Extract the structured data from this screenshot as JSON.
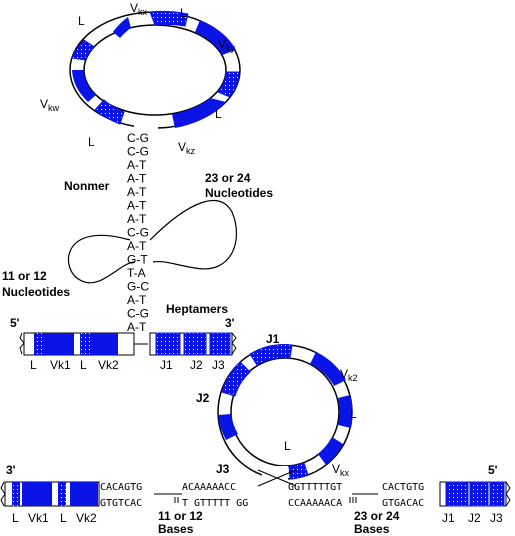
{
  "top_loop": {
    "vkx": "V",
    "vkx_sub": "kx",
    "vky": "V",
    "vky_sub": "ky",
    "vkw": "V",
    "vkw_sub": "kw",
    "vkz": "V",
    "vkz_sub": "kz",
    "L": "L"
  },
  "stem_pairs": [
    "C-G",
    "C-G",
    "A-T",
    "A-T",
    "A-T",
    "A-T",
    "A-T",
    "C-G",
    "A-T",
    "G-T",
    "T-A",
    "G-C",
    "A-T",
    "C-G",
    "A-T"
  ],
  "labels": {
    "nonmer": "Nonmer",
    "nt23_line1": "23 or 24",
    "nt23_line2": "Nucleotides",
    "nt11_line1": "11 or 12",
    "nt11_line2": "Nucleotides",
    "heptamers": "Heptamers",
    "five_prime": "5'",
    "three_prime": "3'"
  },
  "mid_segments": {
    "left": [
      "L",
      "Vk1",
      "L",
      "Vk2"
    ],
    "right": [
      "J1",
      "J2",
      "J3"
    ]
  },
  "lower_loop": {
    "j1": "J1",
    "j2": "J2",
    "j3": "J3",
    "vk2": "V",
    "vk2_sub": "k2",
    "l": "L",
    "vkx": "V",
    "vkx_sub": "kx"
  },
  "bottom": {
    "three_prime": "3'",
    "five_prime": "5'",
    "left_labels": [
      "L",
      "Vk1",
      "L",
      "Vk2"
    ],
    "right_labels": [
      "J1",
      "J2",
      "J3"
    ],
    "seq_top_left": "CACAGTG",
    "seq_top_mid": "ACAAAAACC",
    "seq_top_right1": "GGTTTTTGT",
    "seq_top_right2": "CACTGTG",
    "seq_bot_left": "GTGTCAC",
    "seq_bot_mid": "T GTTTTT GG",
    "seq_bot_right1": "CCAAAAACA",
    "seq_bot_right2": "GTGACAC",
    "bases11_line1": "11 or 12",
    "bases11_line2": "Bases",
    "bases23_line1": "23 or 24",
    "bases23_line2": "Bases"
  },
  "colors": {
    "blue": "#0a14e6",
    "black": "#000000"
  }
}
